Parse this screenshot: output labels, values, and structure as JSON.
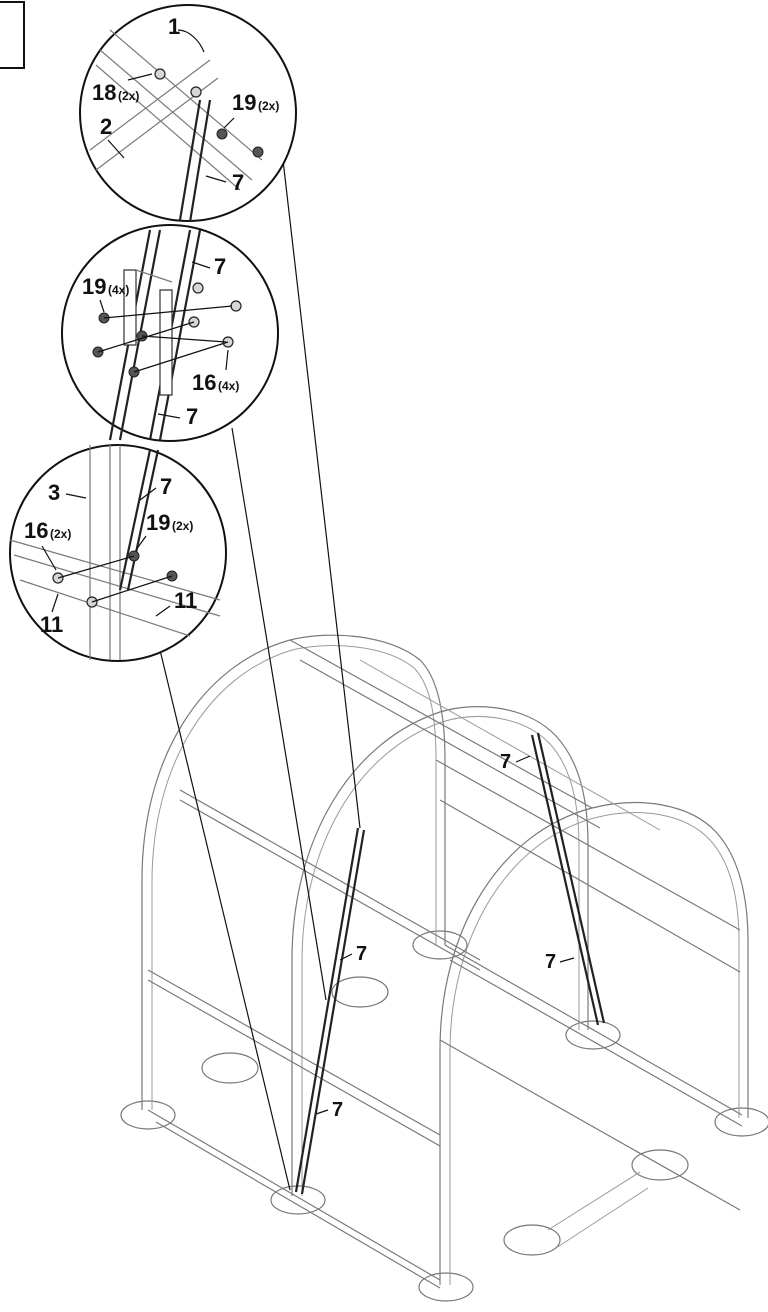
{
  "detail_top": {
    "part_1": "1",
    "part_2": "2",
    "part_18": "18",
    "qty_18": "(2x)",
    "part_19": "19",
    "qty_19": "(2x)",
    "part_7": "7"
  },
  "detail_middle": {
    "part_7_top": "7",
    "part_19": "19",
    "qty_19": "(4x)",
    "part_16": "16",
    "qty_16": "(4x)",
    "part_7_bottom": "7"
  },
  "detail_bottom": {
    "part_3": "3",
    "part_7": "7",
    "part_16": "16",
    "qty_16": "(2x)",
    "part_19": "19",
    "qty_19": "(2x)",
    "part_11_left": "11",
    "part_11_right": "11"
  },
  "frame_labels": {
    "brace_right_top": "7",
    "brace_right_bottom": "7",
    "brace_front_top": "7",
    "brace_front_bottom": "7"
  }
}
